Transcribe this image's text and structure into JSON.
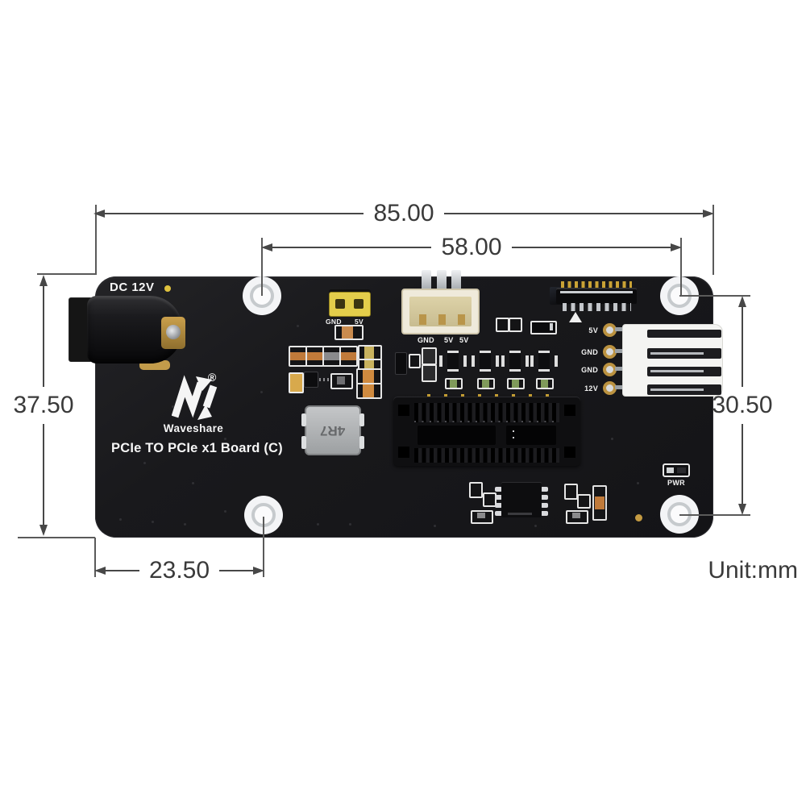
{
  "page": {
    "unit_note": "Unit:mm"
  },
  "dimensions": {
    "total_width_mm": "85.00",
    "hole_span_width_mm": "58.00",
    "total_height_mm": "37.50",
    "hole_span_height_mm": "30.50",
    "hole_offset_left_mm": "23.50"
  },
  "board": {
    "dc_label": "DC 12V",
    "brand_name": "Waveshare",
    "registered_mark": "®",
    "product_name": "PCIe TO PCIe x1 Board (C)",
    "inductor_value": "4R7",
    "pwr_label": "PWR",
    "jumper_labels": [
      "GND",
      "5V"
    ],
    "fan_header_labels": [
      "GND",
      "5V",
      "5V"
    ],
    "power_header_labels": [
      "5V",
      "GND",
      "GND",
      "12V"
    ]
  },
  "colors": {
    "board_black": "#1a1a1d",
    "dimension_gray": "#3a3a3a",
    "silkscreen_white": "#f6f6f6",
    "jumper_yellow": "#e3cd4b",
    "gold": "#c29b4a"
  }
}
